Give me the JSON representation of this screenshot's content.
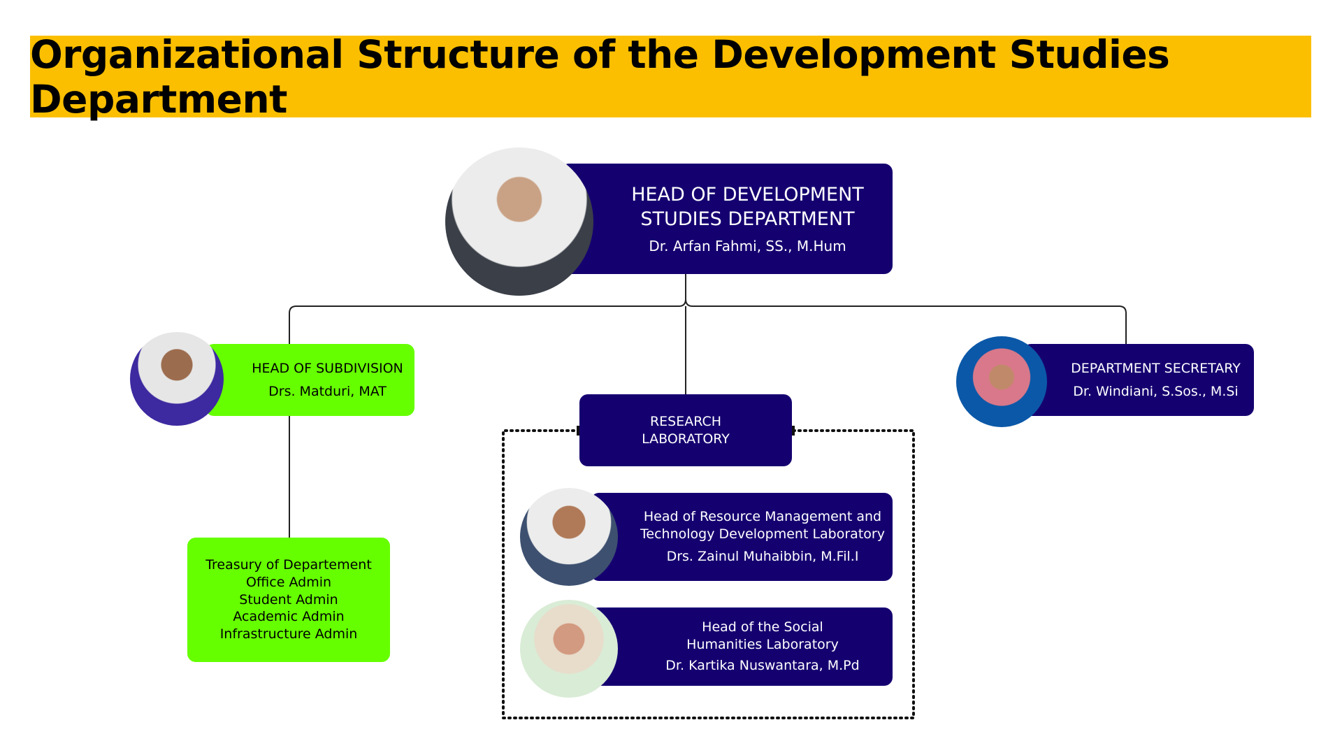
{
  "title": "Organizational Structure of the Development Studies Department",
  "head": {
    "title_line1": "HEAD OF DEVELOPMENT",
    "title_line2": "STUDIES DEPARTMENT",
    "name": "Dr. Arfan Fahmi, SS., M.Hum"
  },
  "subdivision": {
    "title": "HEAD OF SUBDIVISION",
    "name": "Drs. Matduri, MAT"
  },
  "admin": {
    "items": [
      "Treasury of Departement",
      "Office Admin",
      "Student Admin",
      "Academic Admin",
      "Infrastructure Admin"
    ]
  },
  "research": {
    "title_line1": "RESEARCH",
    "title_line2": "LABORATORY"
  },
  "lab1": {
    "title_line1": "Head of Resource Management and",
    "title_line2": "Technology Development Laboratory",
    "name": "Drs. Zainul Muhaibbin, M.Fil.I"
  },
  "lab2": {
    "title_line1": "Head of the Social",
    "title_line2": "Humanities Laboratory",
    "name": "Dr. Kartika Nuswantara, M.Pd"
  },
  "secretary": {
    "title": "DEPARTMENT SECRETARY",
    "name": "Dr. Windiani, S.Sos., M.Si"
  },
  "colors": {
    "title_bg": "#fbbf00",
    "navy": "#150070",
    "green": "#66ff00"
  }
}
